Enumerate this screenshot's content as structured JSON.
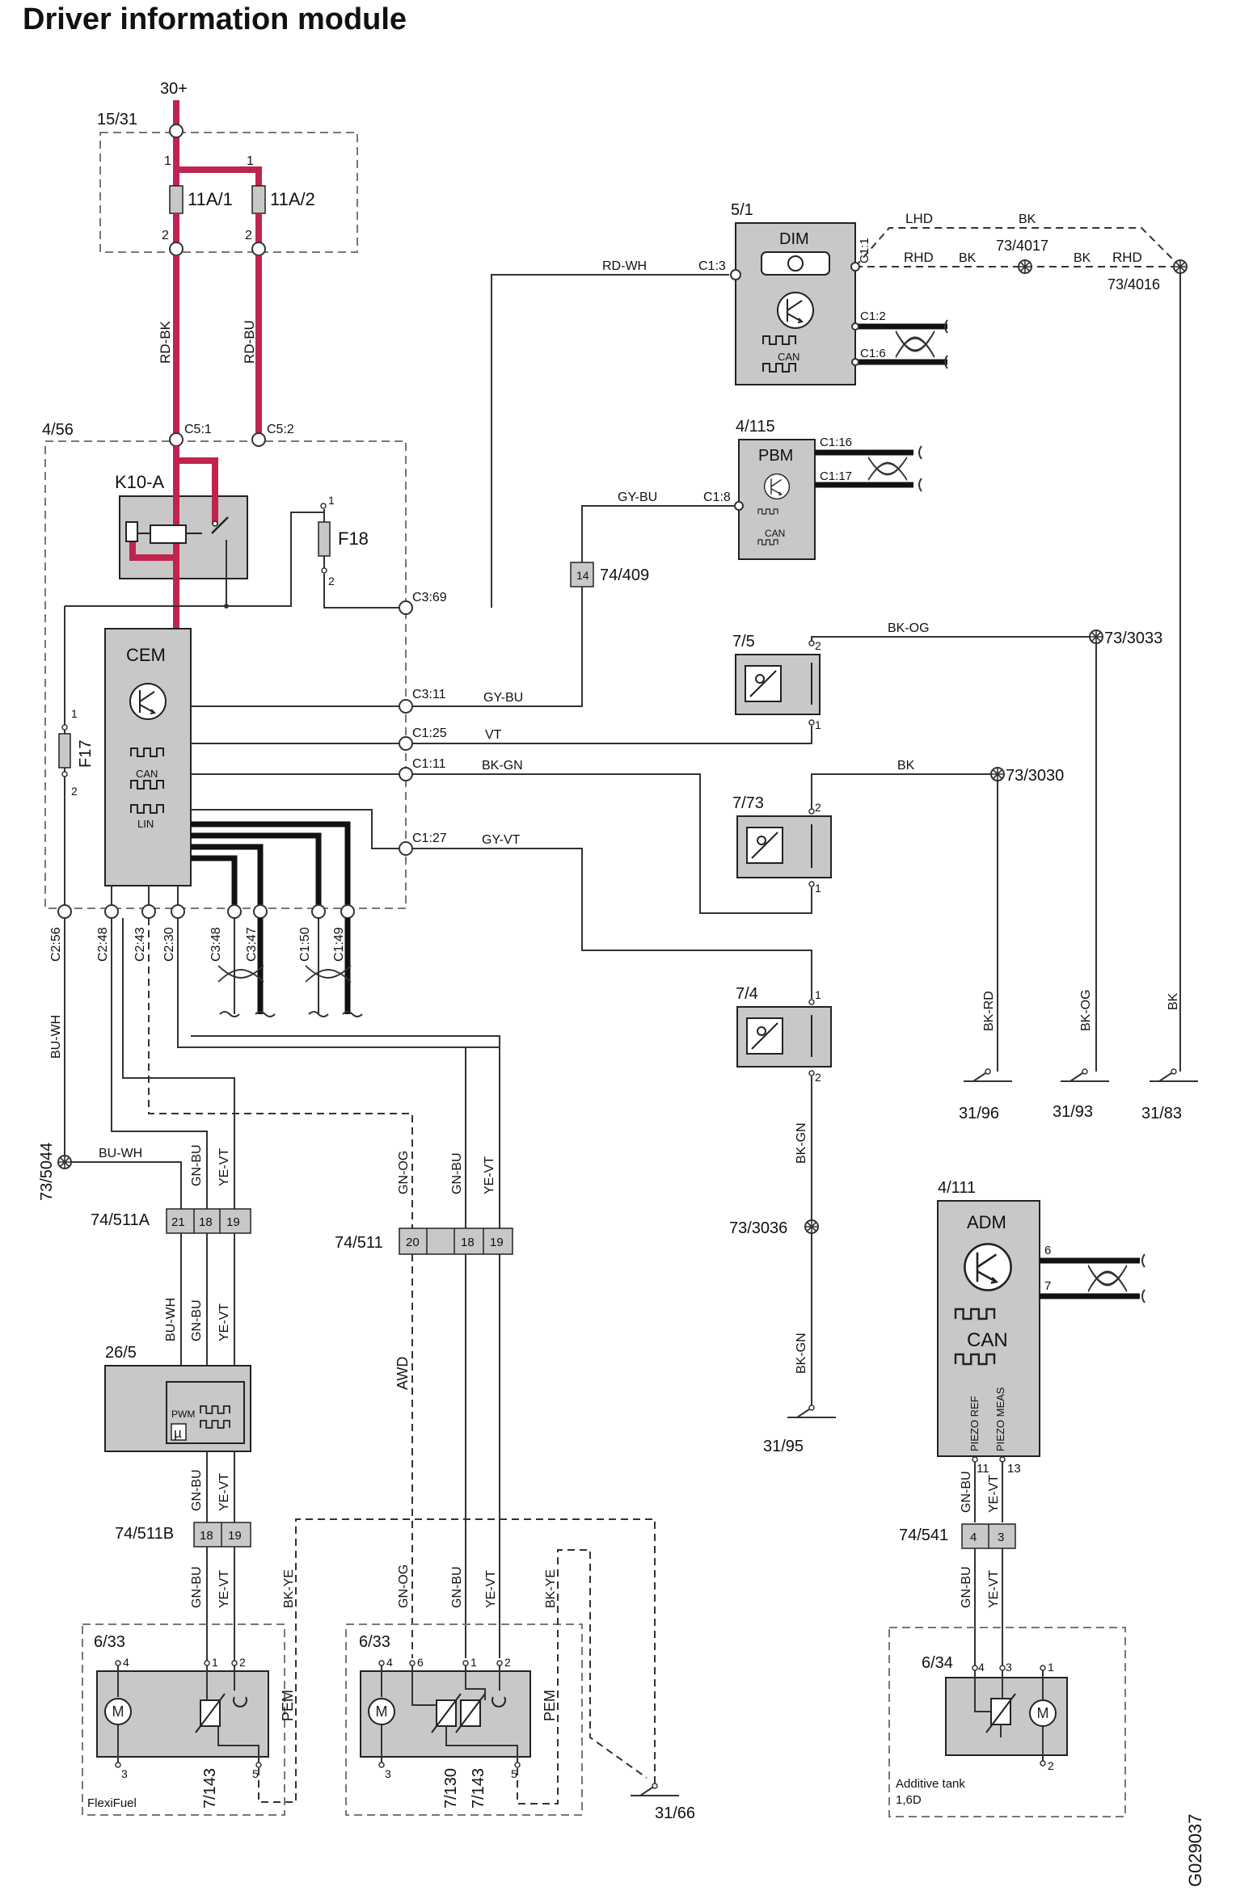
{
  "title": "Driver information module",
  "drawing_id": "G029037",
  "supply": {
    "b30": "30+",
    "fusebox": "15/31",
    "f1": "11A/1",
    "f2": "11A/2",
    "p1": "1",
    "p2": "1",
    "p3": "2",
    "p4": "2"
  },
  "wires": {
    "rd_bk": "RD-BK",
    "rd_bu": "RD-BU",
    "rd_wh": "RD-WH",
    "gy_bu": "GY-BU",
    "gy_bu2": "GY-BU",
    "vt": "VT",
    "bk_gn": "BK-GN",
    "gy_vt": "GY-VT",
    "bk_og": "BK-OG",
    "bk": "BK",
    "lhd": "LHD",
    "bk_top": "BK",
    "rhd1": "RHD",
    "bk_mid": "BK",
    "bk_r2": "BK",
    "rhd2": "RHD",
    "bu_wh": "BU-WH",
    "bu_wh2": "BU-WH",
    "gn_bu1": "GN-BU",
    "ye_vt1": "YE-VT",
    "gn_og1": "GN-OG",
    "gn_bu2": "GN-BU",
    "ye_vt2": "YE-VT",
    "bu_wh3": "BU-WH",
    "gn_bu3": "GN-BU",
    "ye_vt3": "YE-VT",
    "gn_bu4": "GN-BU",
    "ye_vt4": "YE-VT",
    "gn_bu5": "GN-BU",
    "ye_vt5": "YE-VT",
    "bk_ye1": "BK-YE",
    "gn_og2": "GN-OG",
    "gn_bu6": "GN-BU",
    "ye_vt6": "YE-VT",
    "bk_ye2": "BK-YE",
    "awd": "AWD",
    "bk_gn2": "BK-GN",
    "bk_gn3": "BK-GN",
    "bk_rd": "BK-RD",
    "bk_og2": "BK-OG",
    "bk_v": "BK",
    "gn_bu7": "GN-BU",
    "ye_vt7": "YE-VT",
    "gn_bu8": "GN-BU",
    "ye_vt8": "YE-VT"
  },
  "cem_block": {
    "id": "4/56",
    "c51": "C5:1",
    "c52": "C5:2",
    "relay": "K10-A",
    "f18": "F18",
    "f18_1": "1",
    "f18_2": "2",
    "f17": "F17",
    "f17_1": "1",
    "f17_2": "2",
    "name": "CEM",
    "can": "CAN",
    "lin": "LIN",
    "c369": "C3:69",
    "c311": "C3:11",
    "c125": "C1:25",
    "c111": "C1:11",
    "c127": "C1:27",
    "c256": "C2:56",
    "c248": "C2:48",
    "c243": "C2:43",
    "c230": "C2:30",
    "c348": "C3:48",
    "c347": "C3:47",
    "c150": "C1:50",
    "c149": "C1:49"
  },
  "dim": {
    "id": "5/1",
    "name": "DIM",
    "can": "CAN",
    "c13": "C1:3",
    "c11": "C1:1",
    "c12": "C1:2",
    "c16": "C1:6"
  },
  "pbm": {
    "id": "4/115",
    "name": "PBM",
    "can": "CAN",
    "c18": "C1:8",
    "c116": "C1:16",
    "c117": "C1:17"
  },
  "conn74409": {
    "pin": "14",
    "id": "74/409"
  },
  "sensors": {
    "s75": "7/5",
    "s773": "7/73",
    "s74": "7/4",
    "p75a": "2",
    "p75b": "1",
    "p773a": "2",
    "p773b": "1",
    "p74a": "1",
    "p74b": "2"
  },
  "splices": {
    "a": "73/4017",
    "b": "73/4016",
    "c": "73/3033",
    "d": "73/3030",
    "e": "73/5044",
    "f": "73/3036"
  },
  "grounds": {
    "g96": "31/96",
    "g93": "31/93",
    "g83": "31/83",
    "g95": "31/95",
    "g66": "31/66"
  },
  "connectors": {
    "c511a": "74/511A",
    "c511a_p": [
      "21",
      "18",
      "19"
    ],
    "c511": "74/511",
    "c511_p": [
      "20",
      "18",
      "19"
    ],
    "c511b": "74/511B",
    "c511b_p": [
      "18",
      "19"
    ],
    "c541": "74/541",
    "c541_p": [
      "4",
      "3"
    ]
  },
  "module265": {
    "id": "26/5",
    "pwm": "PWM",
    "mu": "µ"
  },
  "adm": {
    "id": "4/111",
    "name": "ADM",
    "can": "CAN",
    "p6": "6",
    "p7": "7",
    "ref": "PIEZO REF",
    "meas": "PIEZO MEAS",
    "p11": "11",
    "p13": "13"
  },
  "pump1": {
    "id": "6/33",
    "pem": "PEM",
    "relay": "7/143",
    "note": "FlexiFuel",
    "p4": "4",
    "p1": "1",
    "p2": "2",
    "p3": "3",
    "p5": "5"
  },
  "pump2": {
    "id": "6/33",
    "pem": "PEM",
    "r1": "7/130",
    "r2": "7/143",
    "p4": "4",
    "p6": "6",
    "p1": "1",
    "p2": "2",
    "p3": "3",
    "p5": "5"
  },
  "pump3": {
    "id": "6/34",
    "note1": "Additive tank",
    "note2": "1,6D",
    "p4": "4",
    "p3": "3",
    "p1": "1",
    "p2": "2"
  }
}
